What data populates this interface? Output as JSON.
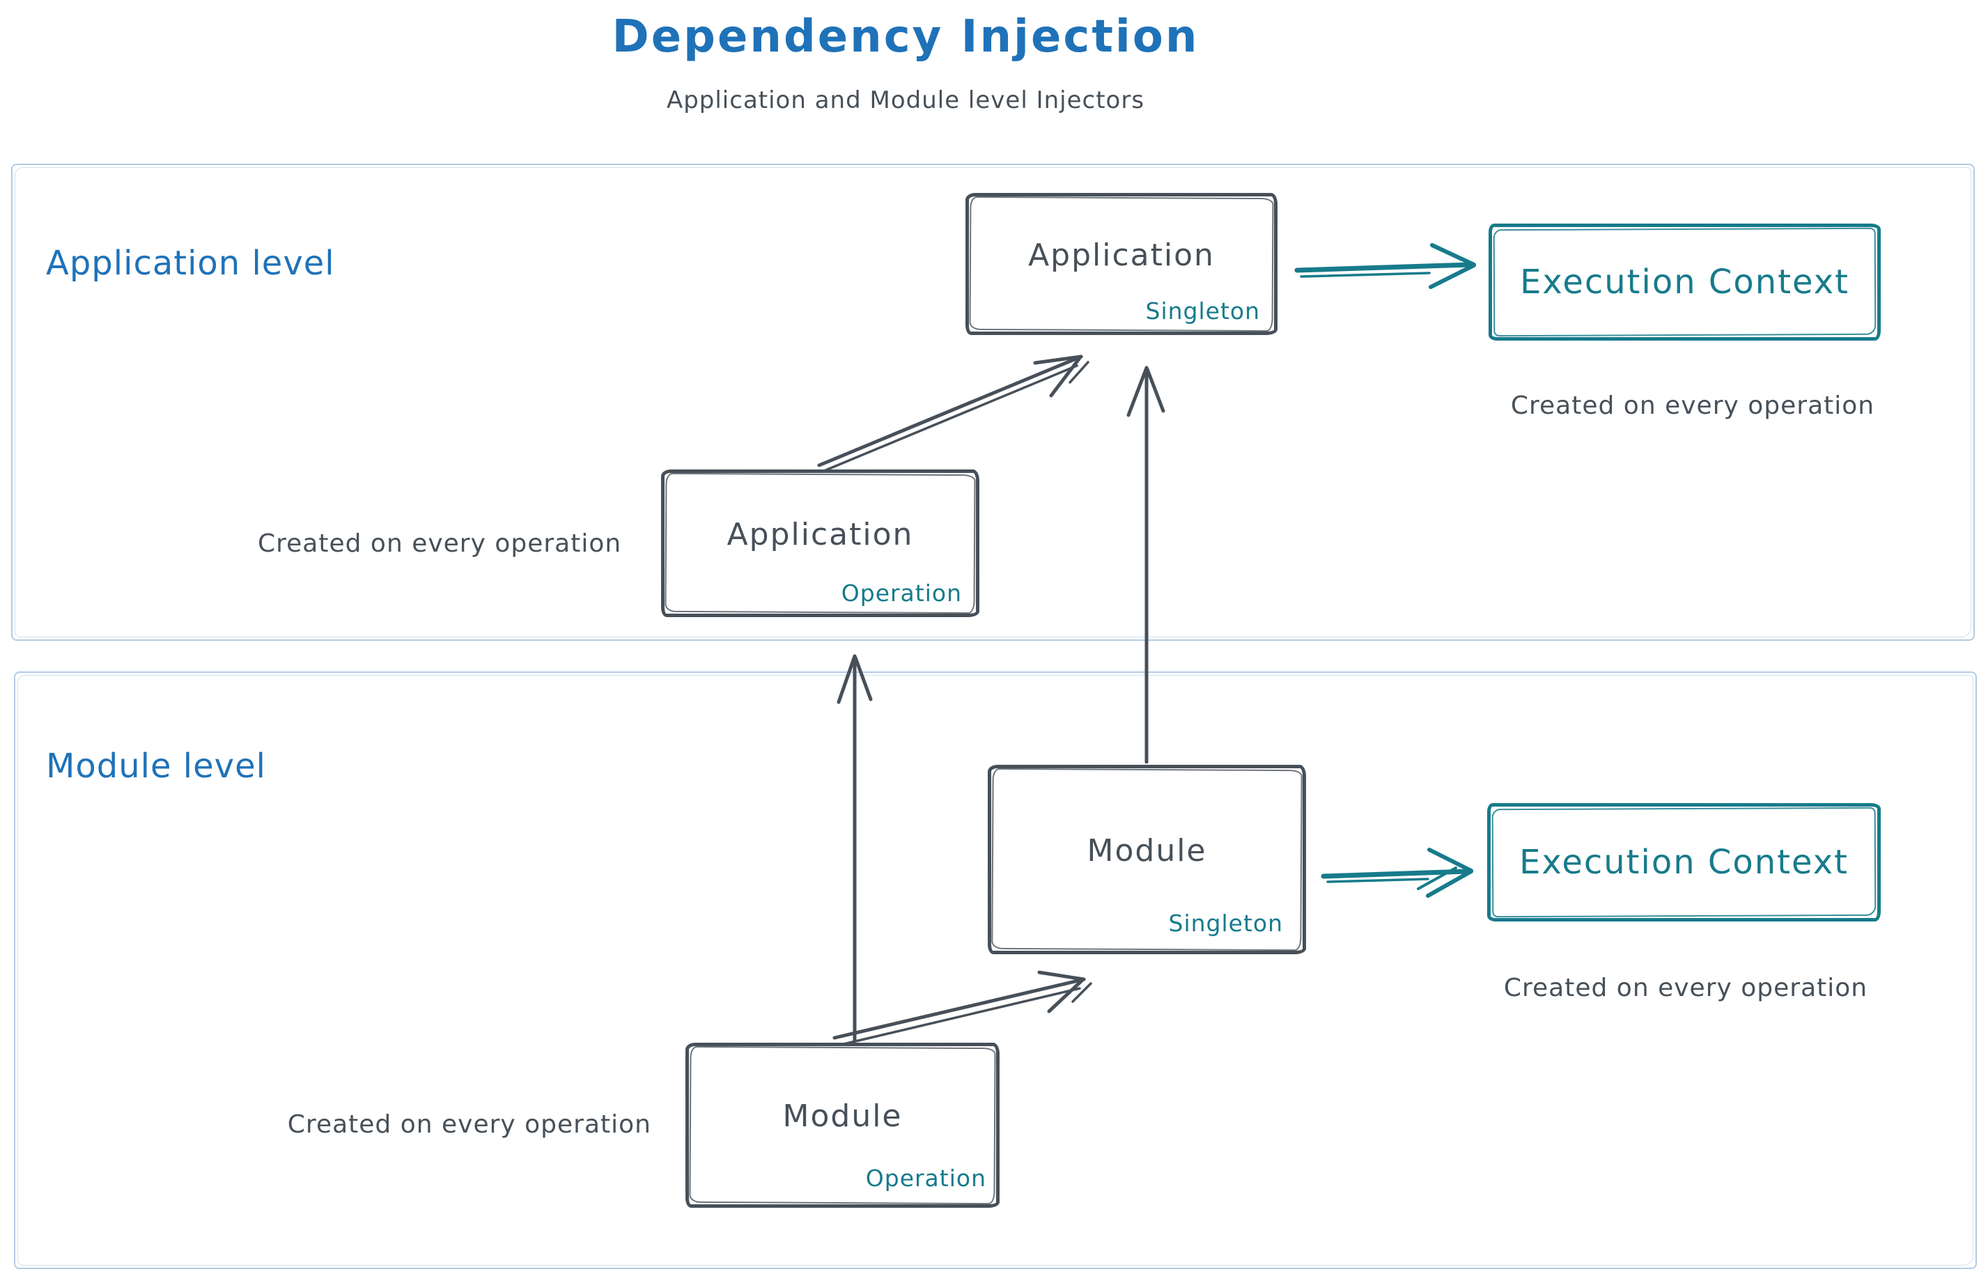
{
  "diagram": {
    "title": "Dependency Injection",
    "subtitle": "Application and Module level Injectors"
  },
  "colors": {
    "accent_blue": "#1f72b8",
    "accent_teal": "#177b8b",
    "stroke_dark": "#475059",
    "section_border": "#b3cbe4"
  },
  "application": {
    "section_label": "Application level",
    "singleton": {
      "name": "Application",
      "scope": "Singleton"
    },
    "operation": {
      "name": "Application",
      "scope": "Operation"
    },
    "operation_caption": "Created on every operation",
    "execution": {
      "label": "Execution Context",
      "caption": "Created on every operation"
    }
  },
  "module": {
    "section_label": "Module level",
    "singleton": {
      "name": "Module",
      "scope": "Singleton"
    },
    "operation": {
      "name": "Module",
      "scope": "Operation"
    },
    "operation_caption": "Created on every operation",
    "execution": {
      "label": "Execution Context",
      "caption": "Created on every operation"
    }
  },
  "connections": [
    {
      "from": "application-operation",
      "to": "application-singleton"
    },
    {
      "from": "application-singleton",
      "to": "application-execution-context"
    },
    {
      "from": "module-operation",
      "to": "application-operation"
    },
    {
      "from": "module-singleton",
      "to": "application-singleton"
    },
    {
      "from": "module-operation",
      "to": "module-singleton"
    },
    {
      "from": "module-singleton",
      "to": "module-execution-context"
    }
  ]
}
